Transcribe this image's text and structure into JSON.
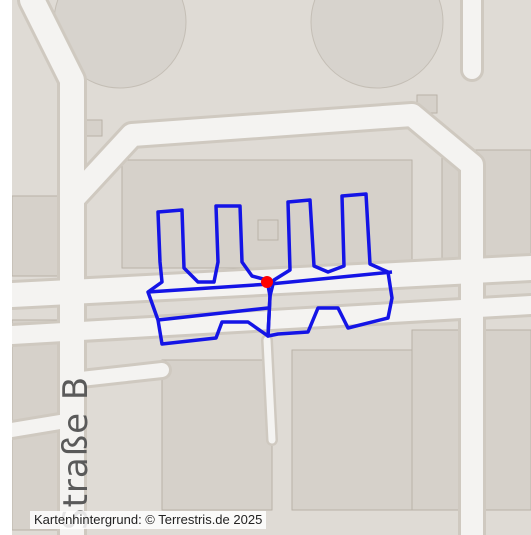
{
  "map": {
    "street_label": "Straße B",
    "attribution": "Kartenhintergrund: © Terrestris.de 2025",
    "colors": {
      "background": "#dfdbd5",
      "road": "#f4f3f1",
      "road_casing": "#cfc9c0",
      "building": "#d6d1ca",
      "building_stroke": "#b9b2a8",
      "circle_feature": "#d7d3cd",
      "polygon_stroke": "#1414e6",
      "point_marker": "#ff0000"
    },
    "layers": [
      "basemap",
      "street-label",
      "outline-polygons",
      "point-marker",
      "attribution"
    ]
  }
}
